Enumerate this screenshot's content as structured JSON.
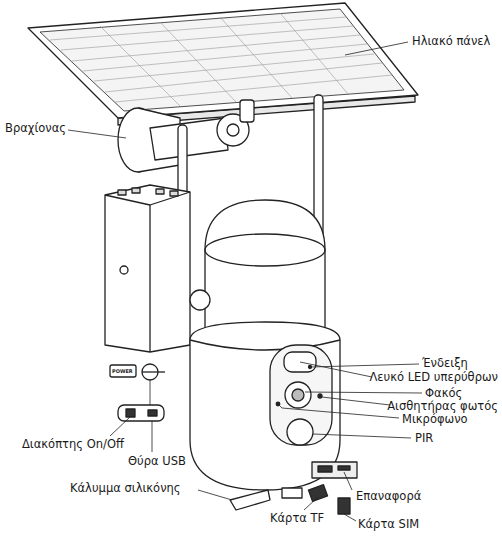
{
  "diagram": {
    "labels": [
      "Ηλιακό πάνελ",
      "Βραχίονας",
      "Ένδειξη",
      "Λευκό LED υπερύθρων",
      "Φακός",
      "Αισθητήρας φωτός",
      "Μικρόφωνο",
      "PIR",
      "POWER",
      "Διακόπτης On/Off",
      "Θύρα USB",
      "Κάλυμμα σιλικόνης",
      "Επαναφορά",
      "Κάρτα TF",
      "Κάρτα SIM"
    ]
  }
}
